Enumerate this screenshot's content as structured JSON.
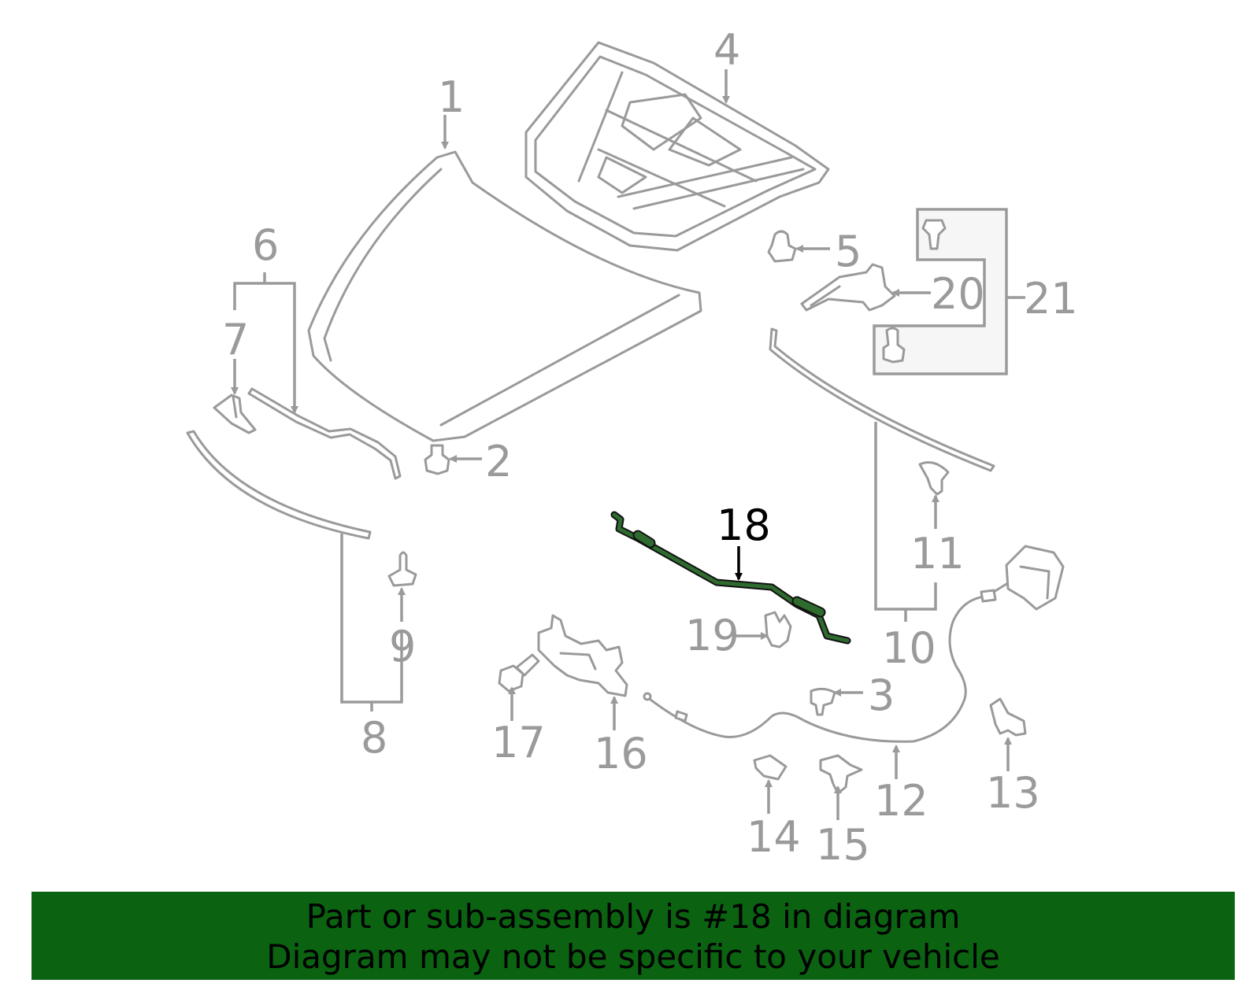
{
  "callouts": {
    "c1": "1",
    "c2": "2",
    "c3": "3",
    "c4": "4",
    "c5": "5",
    "c6": "6",
    "c7": "7",
    "c8": "8",
    "c9": "9",
    "c10": "10",
    "c11": "11",
    "c12": "12",
    "c13": "13",
    "c14": "14",
    "c15": "15",
    "c16": "16",
    "c17": "17",
    "c18": "18",
    "c19": "19",
    "c20": "20",
    "c21": "21"
  },
  "highlighted_part": "18",
  "colors": {
    "highlight": "#2f6b2f",
    "banner_bg": "#0b6211",
    "part_line": "#9a9a9a"
  },
  "banner": {
    "line1": "Part or sub-assembly is #18 in diagram",
    "line2": "Diagram may not be specific to your vehicle"
  }
}
